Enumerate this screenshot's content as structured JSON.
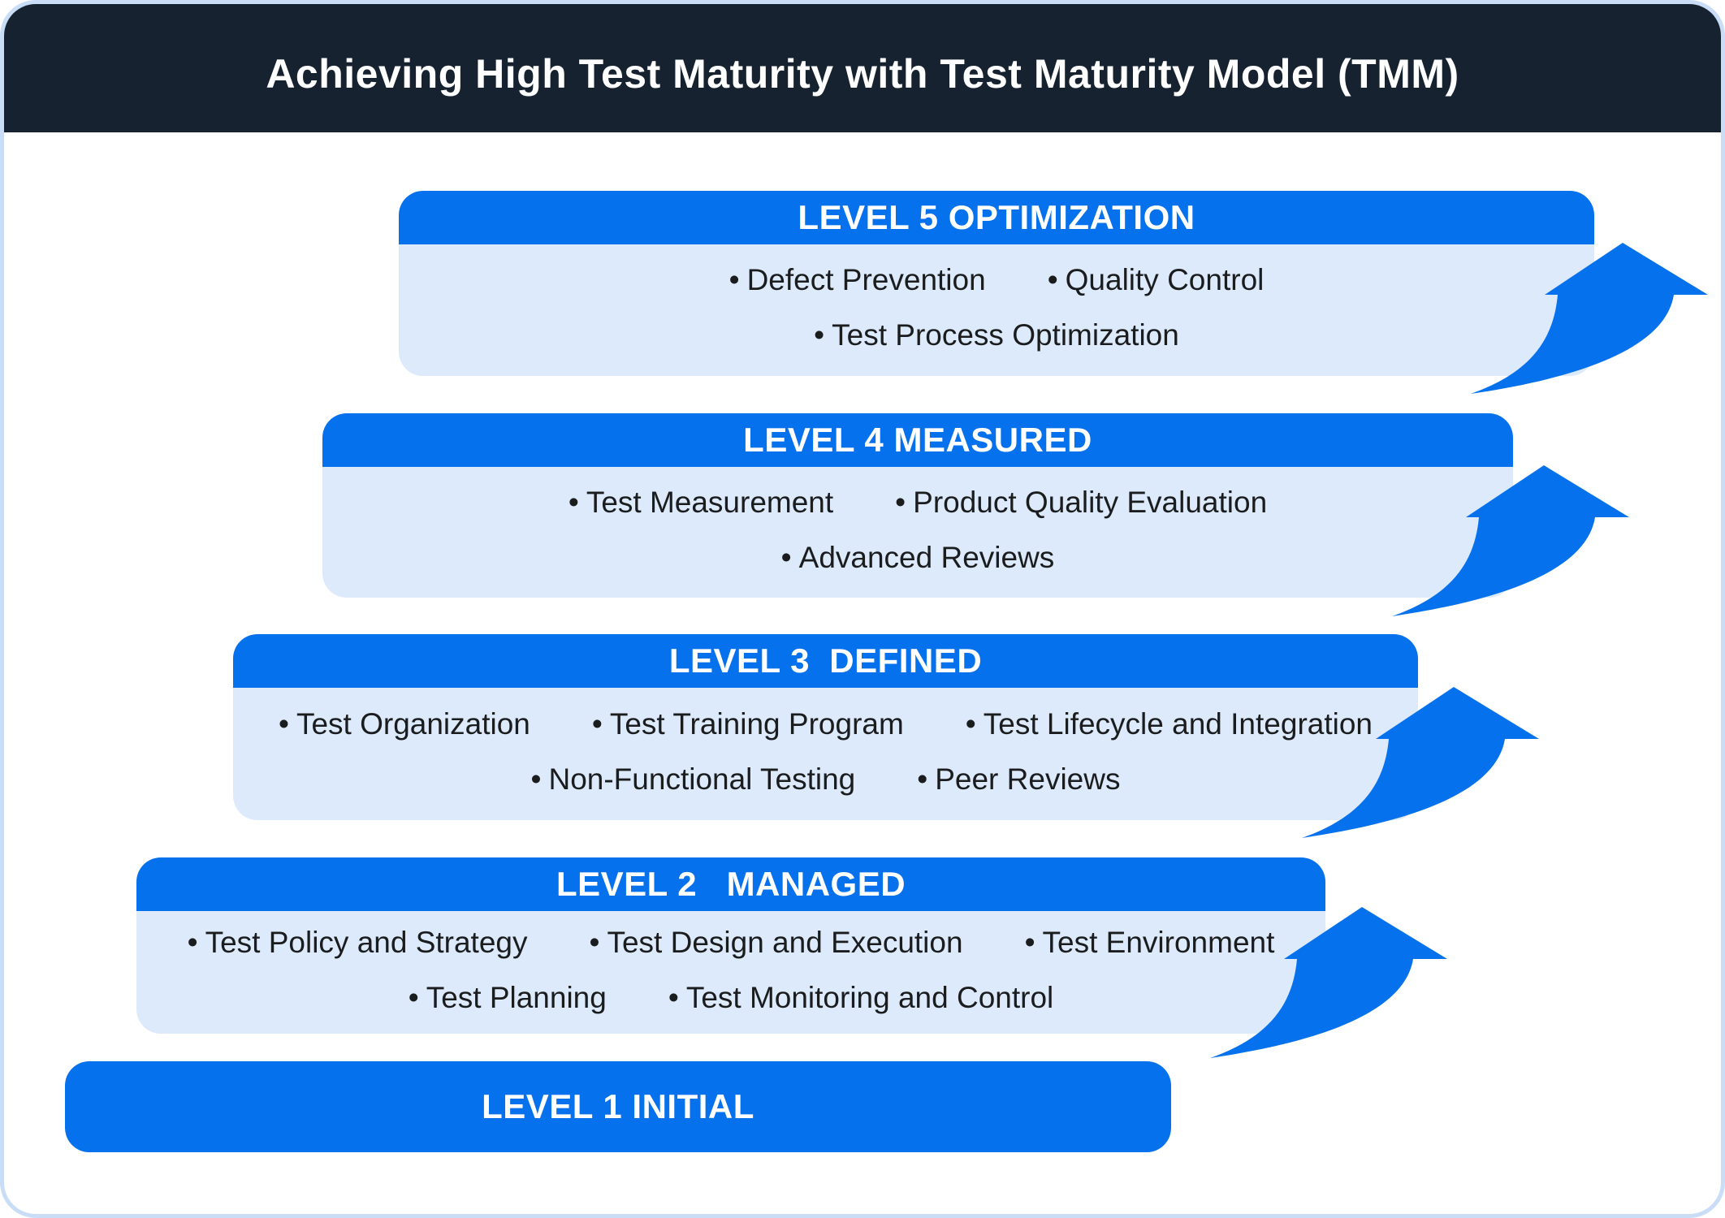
{
  "title": "Achieving High Test Maturity with Test Maturity Model (TMM)",
  "bullet": "•",
  "levels": [
    {
      "label": "LEVEL 5 OPTIMIZATION",
      "rows": [
        [
          "Defect Prevention",
          "Quality Control"
        ],
        [
          "Test Process Optimization"
        ]
      ]
    },
    {
      "label": "LEVEL 4 MEASURED",
      "rows": [
        [
          "Test Measurement",
          "Product Quality Evaluation"
        ],
        [
          "Advanced Reviews"
        ]
      ]
    },
    {
      "label": "LEVEL 3  DEFINED",
      "rows": [
        [
          "Test Organization",
          "Test Training Program",
          "Test Lifecycle and Integration"
        ],
        [
          "Non-Functional Testing",
          "Peer Reviews"
        ]
      ]
    },
    {
      "label": "LEVEL 2   MANAGED",
      "rows": [
        [
          "Test Policy and Strategy",
          "Test Design and Execution",
          "Test Environment"
        ],
        [
          "Test Planning",
          "Test Monitoring and Control"
        ]
      ]
    },
    {
      "label": "LEVEL 1 INITIAL",
      "rows": []
    }
  ],
  "colors": {
    "accent_blue": "#0671ec",
    "light_blue": "#dceafb",
    "dark_navy": "#16222f",
    "page_border": "#c9ddf6",
    "text_dark": "#1b1c1e",
    "white": "#ffffff"
  }
}
